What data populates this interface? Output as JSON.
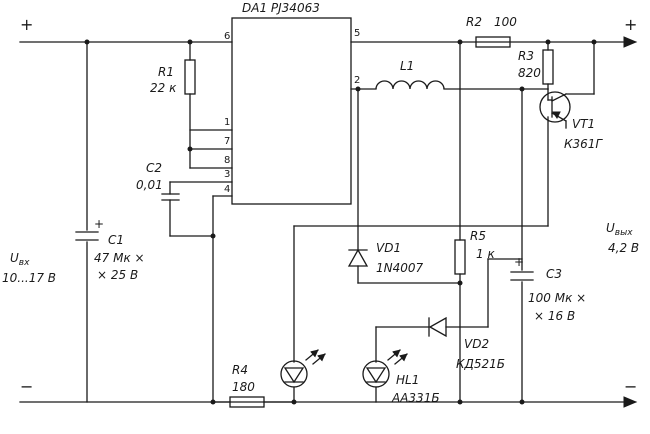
{
  "rails": {
    "plus_left": "+",
    "plus_right": "+",
    "minus_left": "−",
    "minus_right": "−"
  },
  "ic": {
    "label": "DA1 PJ34063",
    "pins": {
      "p1": "1",
      "p2": "2",
      "p3": "3",
      "p4": "4",
      "p5": "5",
      "p6": "6",
      "p7": "7",
      "p8": "8"
    }
  },
  "r1": {
    "name": "R1",
    "value": "22 к"
  },
  "r2": {
    "name": "R2",
    "value": "100"
  },
  "r3": {
    "name": "R3",
    "value": "820"
  },
  "r4": {
    "name": "R4",
    "value": "180"
  },
  "r5": {
    "name": "R5",
    "value": "1 к"
  },
  "l1": {
    "name": "L1"
  },
  "c1": {
    "name": "C1",
    "value1": "47 Мк ×",
    "value2": "× 25 В"
  },
  "c2": {
    "name": "C2",
    "value": "0,01"
  },
  "c3": {
    "name": "C3",
    "value1": "100 Мк ×",
    "value2": "× 16 В"
  },
  "vt1": {
    "name": "VT1",
    "type": "К361Г"
  },
  "vd1": {
    "name": "VD1",
    "type": "1N4007"
  },
  "vd2": {
    "name": "VD2",
    "type": "КД521Б"
  },
  "hl1": {
    "name": "HL1",
    "type": "АА331Б"
  },
  "uin": {
    "symbol": "U",
    "sub": "вх",
    "range": "10...17 В"
  },
  "uout": {
    "symbol": "U",
    "sub": "вых",
    "value": "4,2 В"
  }
}
